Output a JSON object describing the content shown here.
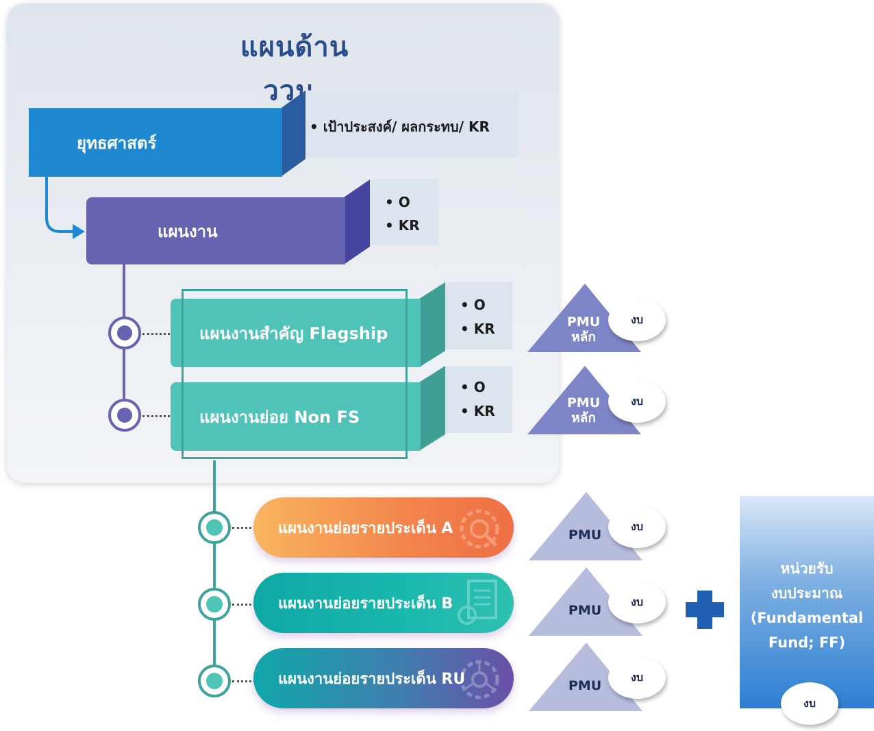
{
  "title": "แผนด้าน ววน.",
  "strategy": {
    "label": "ยุทธศาสตร์",
    "detail": "• เป้าประสงค์/ ผลกระทบ/ KR"
  },
  "plan": {
    "label": "แผนงาน",
    "bullets": [
      "• O",
      "• KR"
    ]
  },
  "flagship": {
    "label": "แผนงานสำคัญ Flagship",
    "bullets": [
      "• O",
      "• KR"
    ],
    "pmu": "PMU หลัก",
    "budget": "งบ"
  },
  "nonfs": {
    "label": "แผนงานย่อย Non FS",
    "bullets": [
      "• O",
      "• KR"
    ],
    "pmu": "PMU หลัก",
    "budget": "งบ"
  },
  "issues": [
    {
      "label": "แผนงานย่อยรายประเด็น A",
      "pmu": "PMU",
      "budget": "งบ",
      "icon": "gear-magnifier-icon"
    },
    {
      "label": "แผนงานย่อยรายประเด็น B",
      "pmu": "PMU",
      "budget": "งบ",
      "icon": "document-search-icon"
    },
    {
      "label": "แผนงานย่อยรายประเด็น RU",
      "pmu": "PMU",
      "budget": "งบ",
      "icon": "gear-network-icon"
    }
  ],
  "fundamental_fund": {
    "line1": "หน่วยรับ",
    "line2": "งบประมาณ",
    "line3": "(Fundamental",
    "line4": "Fund; FF)",
    "budget": "งบ"
  },
  "colors": {
    "strategy": "#1e88d0",
    "plan": "#6663b0",
    "flagship": "#50c3b8",
    "issue_a": "#f08a4b",
    "issue_b": "#17b3ad",
    "issue_ru": "#6a50a8",
    "pmu_main": "#7e85c6",
    "pmu_light": "#b5bcdc",
    "plus": "#1f5fb2"
  }
}
